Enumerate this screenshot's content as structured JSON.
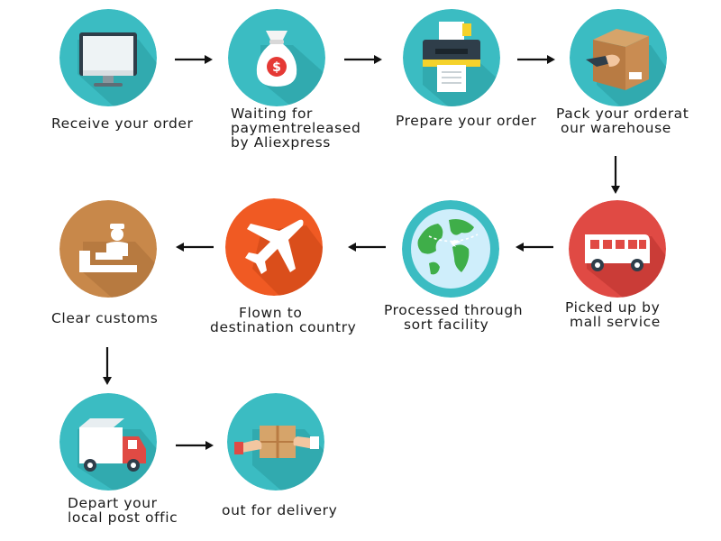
{
  "steps": [
    {
      "id": "receive",
      "icon": "monitor-icon",
      "color": "#3bbcc2",
      "label_lines": [
        "Receive your order"
      ]
    },
    {
      "id": "payment",
      "icon": "money-bag-icon",
      "color": "#3bbcc2",
      "label_lines": [
        "Waiting for",
        "paymentreleased",
        "by Aliexpress"
      ]
    },
    {
      "id": "prepare",
      "icon": "printer-icon",
      "color": "#3bbcc2",
      "label_lines": [
        "Prepare your order"
      ]
    },
    {
      "id": "pack",
      "icon": "package-hand-icon",
      "color": "#3bbcc2",
      "label_lines": [
        "Pack your orderat",
        "our warehouse"
      ]
    },
    {
      "id": "pickup",
      "icon": "bus-icon",
      "color": "#e04a44",
      "label_lines": [
        "Picked up by",
        "mall service"
      ]
    },
    {
      "id": "sort",
      "icon": "globe-icon",
      "color": "#3bbcc2",
      "label_lines": [
        "Processed through",
        "sort facility"
      ]
    },
    {
      "id": "flown",
      "icon": "airplane-icon",
      "color": "#f05a23",
      "label_lines": [
        "Flown to",
        "destination country"
      ]
    },
    {
      "id": "customs",
      "icon": "customs-officer-icon",
      "color": "#c8884a",
      "label_lines": [
        "Clear customs"
      ]
    },
    {
      "id": "depart",
      "icon": "delivery-truck-icon",
      "color": "#3bbcc2",
      "label_lines": [
        "Depart your",
        "local post offic"
      ]
    },
    {
      "id": "delivery",
      "icon": "parcel-handover-icon",
      "color": "#3bbcc2",
      "label_lines": [
        "out for delivery"
      ]
    }
  ]
}
